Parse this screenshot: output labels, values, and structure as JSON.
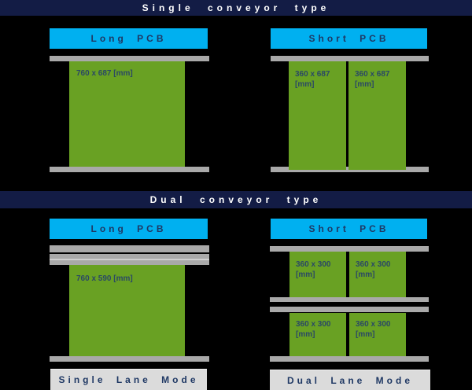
{
  "colors": {
    "background": "#000000",
    "header_bg": "#131C45",
    "header_text": "#FFFFFF",
    "pcb_label_bg": "#00B0F0",
    "board_green": "#69A123",
    "rail_gray": "#A9A9A9",
    "mode_box_bg": "#DBDBDB",
    "navy_text": "#1F3864",
    "dimension_text": "#2B4964"
  },
  "single": {
    "title": "Single conveyor type",
    "long": {
      "label": "Long PCB",
      "board": {
        "size": "760 x 687 [mm]"
      }
    },
    "short": {
      "label": "Short PCB",
      "boards": [
        {
          "size": "360 x 687",
          "unit": "[mm]"
        },
        {
          "size": "360 x 687",
          "unit": "[mm]"
        }
      ]
    }
  },
  "dual": {
    "title": "Dual conveyor type",
    "long": {
      "label": "Long PCB",
      "board": {
        "size": "760 x 590 [mm]"
      },
      "mode": "Single Lane Mode"
    },
    "short": {
      "label": "Short PCB",
      "boards_front": [
        {
          "size": "360 x 300",
          "unit": "[mm]"
        },
        {
          "size": "360 x 300",
          "unit": "[mm]"
        }
      ],
      "boards_rear": [
        {
          "size": "360 x 300",
          "unit": "[mm]"
        },
        {
          "size": "360 x 300",
          "unit": "[mm]"
        }
      ],
      "mode": "Dual Lane Mode"
    }
  }
}
